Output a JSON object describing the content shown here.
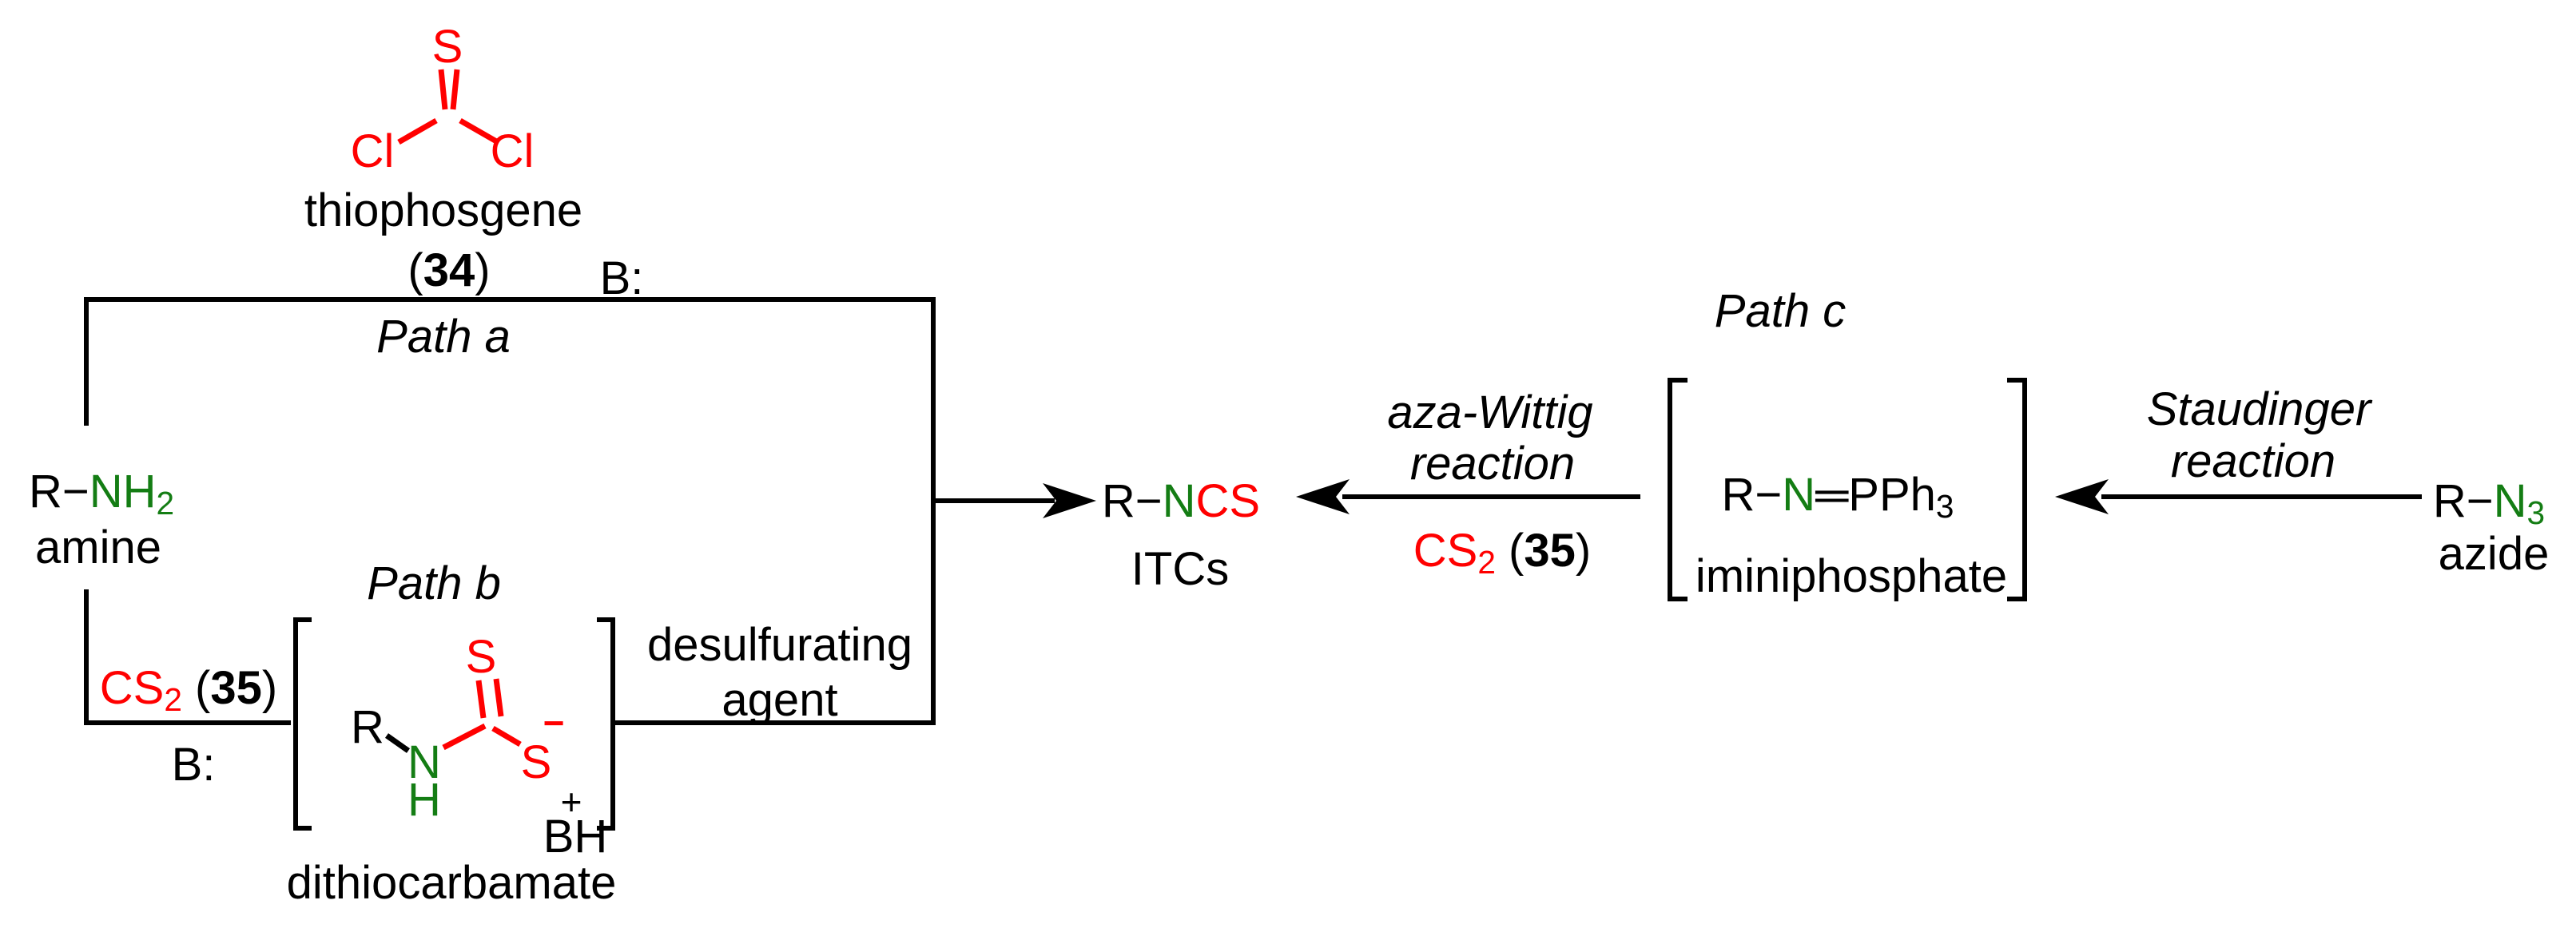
{
  "colors": {
    "black": "#000000",
    "red": "#ff0000",
    "green": "#147d14"
  },
  "labels": {
    "thiophosgene": "thiophosgene",
    "path_a": "Path a",
    "path_b": "Path b",
    "path_c": "Path c",
    "base_top": "B:",
    "base_bottom": "B:",
    "amine": "amine",
    "dithiocarbamate": "dithiocarbamate",
    "desulfurating_1": "desulfurating",
    "desulfurating_2": "agent",
    "itcs": "ITCs",
    "aza_wittig_1": "aza-Wittig",
    "aza_wittig_2": "reaction",
    "iminiphosphate": "iminiphosphate",
    "staudinger_1": "Staudinger",
    "staudinger_2": "reaction",
    "azide": "azide"
  },
  "formulas": {
    "thiophosgene_s": [
      {
        "t": "S",
        "c": "red"
      }
    ],
    "thiophosgene_cl_left": [
      {
        "t": "Cl",
        "c": "red"
      }
    ],
    "thiophosgene_cl_right": [
      {
        "t": "Cl",
        "c": "red"
      }
    ],
    "thiophosgene_number": [
      {
        "t": "(",
        "c": "black"
      },
      {
        "t": "34",
        "c": "black",
        "b": true
      },
      {
        "t": ")",
        "c": "black"
      }
    ],
    "amine": [
      {
        "t": "R−",
        "c": "black"
      },
      {
        "t": "NH",
        "c": "green"
      },
      {
        "t": "2",
        "c": "green",
        "sub": true
      }
    ],
    "cs2_left": [
      {
        "t": "CS",
        "c": "red"
      },
      {
        "t": "2",
        "c": "red",
        "sub": true
      },
      {
        "t": " (",
        "c": "black"
      },
      {
        "t": "35",
        "c": "black",
        "b": true
      },
      {
        "t": ")",
        "c": "black"
      }
    ],
    "cs2_right": [
      {
        "t": "CS",
        "c": "red"
      },
      {
        "t": "2",
        "c": "red",
        "sub": true
      },
      {
        "t": " (",
        "c": "black"
      },
      {
        "t": "35",
        "c": "black",
        "b": true
      },
      {
        "t": ")",
        "c": "black"
      }
    ],
    "dith_r": [
      {
        "t": "R",
        "c": "black"
      }
    ],
    "dith_n": [
      {
        "t": "N",
        "c": "green"
      }
    ],
    "dith_h": [
      {
        "t": "H",
        "c": "green"
      }
    ],
    "dith_s_top": [
      {
        "t": "S",
        "c": "red"
      }
    ],
    "dith_s_anion": [
      {
        "t": "S",
        "c": "red"
      }
    ],
    "dith_minus": [
      {
        "t": "−",
        "c": "red",
        "b": true
      }
    ],
    "dith_plus": [
      {
        "t": "+",
        "c": "black"
      }
    ],
    "dith_bh": [
      {
        "t": "BH",
        "c": "black"
      }
    ],
    "itcs": [
      {
        "t": "R−",
        "c": "black"
      },
      {
        "t": "N",
        "c": "green"
      },
      {
        "t": "CS",
        "c": "red"
      }
    ],
    "iminiphosphate": [
      {
        "t": "R−",
        "c": "black"
      },
      {
        "t": "N",
        "c": "green"
      },
      {
        "t": "═",
        "c": "black"
      },
      {
        "t": "PPh",
        "c": "black"
      },
      {
        "t": "3",
        "c": "black",
        "sub": true
      }
    ],
    "azide": [
      {
        "t": "R−",
        "c": "black"
      },
      {
        "t": "N",
        "c": "green"
      },
      {
        "t": "3",
        "c": "green",
        "sub": true
      }
    ]
  }
}
